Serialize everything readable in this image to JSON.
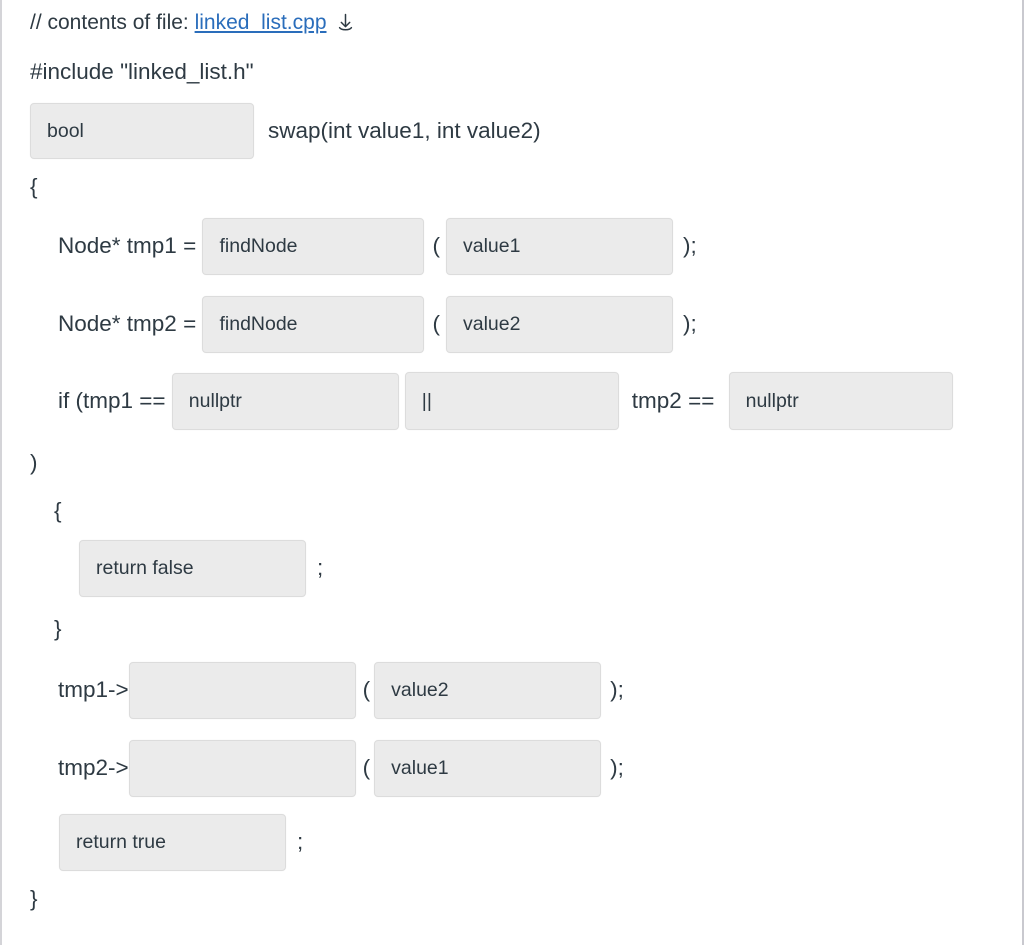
{
  "header": {
    "comment_prefix": "// contents of file: ",
    "file_name": "linked_list.cpp",
    "download_icon": "download-icon"
  },
  "include_statement": "#include \"linked_list.h\"",
  "colors": {
    "link": "#2a6dbb",
    "slot_fill": "#ebebeb",
    "slot_border": "#dcdcdc",
    "text": "#2e3a43",
    "page_border": "#d4d4d8"
  },
  "code": {
    "signature": {
      "return_type_slot": "bool",
      "after": "swap(int value1, int value2)"
    },
    "open_brace": "{",
    "decl1": {
      "prefix": "Node* tmp1 = ",
      "func_slot": "findNode",
      "open_paren": "(",
      "arg_slot": "value1",
      "suffix": ");"
    },
    "decl2": {
      "prefix": "Node* tmp2 = ",
      "func_slot": "findNode",
      "open_paren": "(",
      "arg_slot": "value2",
      "suffix": ");"
    },
    "if_statement": {
      "prefix": "if (tmp1 == ",
      "slot1": "nullptr",
      "slot2": "||",
      "middle": "tmp2 == ",
      "slot3": "nullptr",
      "close_paren": ")"
    },
    "inner_open_brace": "{",
    "return_false": {
      "slot": "return false",
      "semicolon": ";"
    },
    "inner_close_brace": "}",
    "call1": {
      "prefix": "tmp1->",
      "method_slot": "",
      "open_paren": "(",
      "arg_slot": "value2",
      "suffix": ");"
    },
    "call2": {
      "prefix": "tmp2->",
      "method_slot": "",
      "open_paren": "(",
      "arg_slot": "value1",
      "suffix": ");"
    },
    "return_true": {
      "slot": "return true",
      "semicolon": ";"
    },
    "close_brace": "}"
  }
}
